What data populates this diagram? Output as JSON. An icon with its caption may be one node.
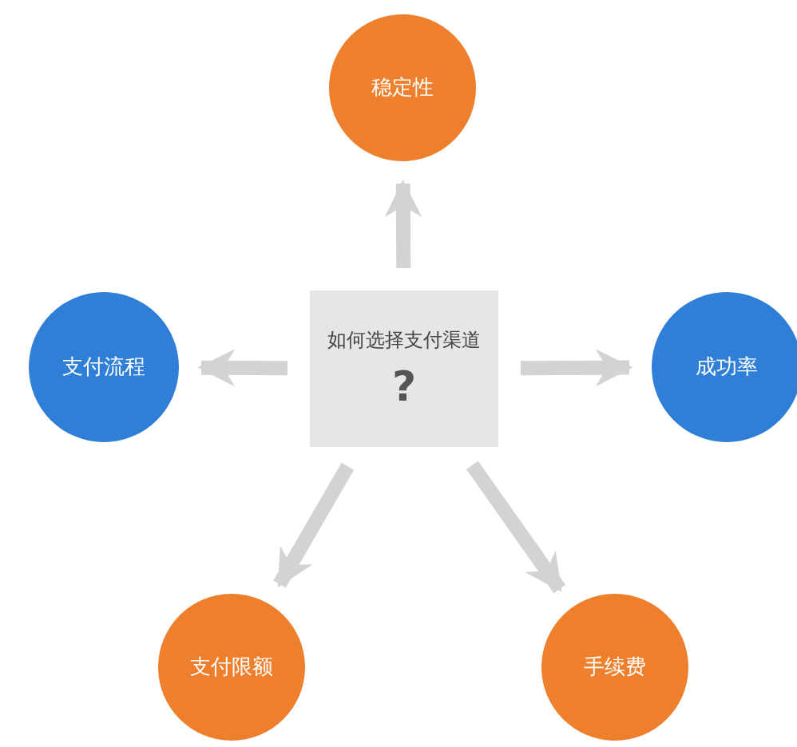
{
  "diagram": {
    "nodes": [
      {
        "text": [
          "稳定性"
        ]
      },
      {
        "text": [
          "支付流程"
        ]
      },
      {
        "text": [
          "如何选择支付渠道",
          "?"
        ]
      },
      {
        "text": [
          "成功率"
        ]
      },
      {
        "text": [
          "支付限额"
        ]
      },
      {
        "text": [
          "手续费"
        ]
      }
    ],
    "edges": [
      {
        "from": 2,
        "to": 0,
        "arrow": "to"
      },
      {
        "from": 2,
        "to": 1,
        "arrow": "to"
      },
      {
        "from": 2,
        "to": 3,
        "arrow": "to"
      },
      {
        "from": 2,
        "to": 4,
        "arrow": "to"
      },
      {
        "from": 2,
        "to": 5,
        "arrow": "to"
      }
    ]
  }
}
